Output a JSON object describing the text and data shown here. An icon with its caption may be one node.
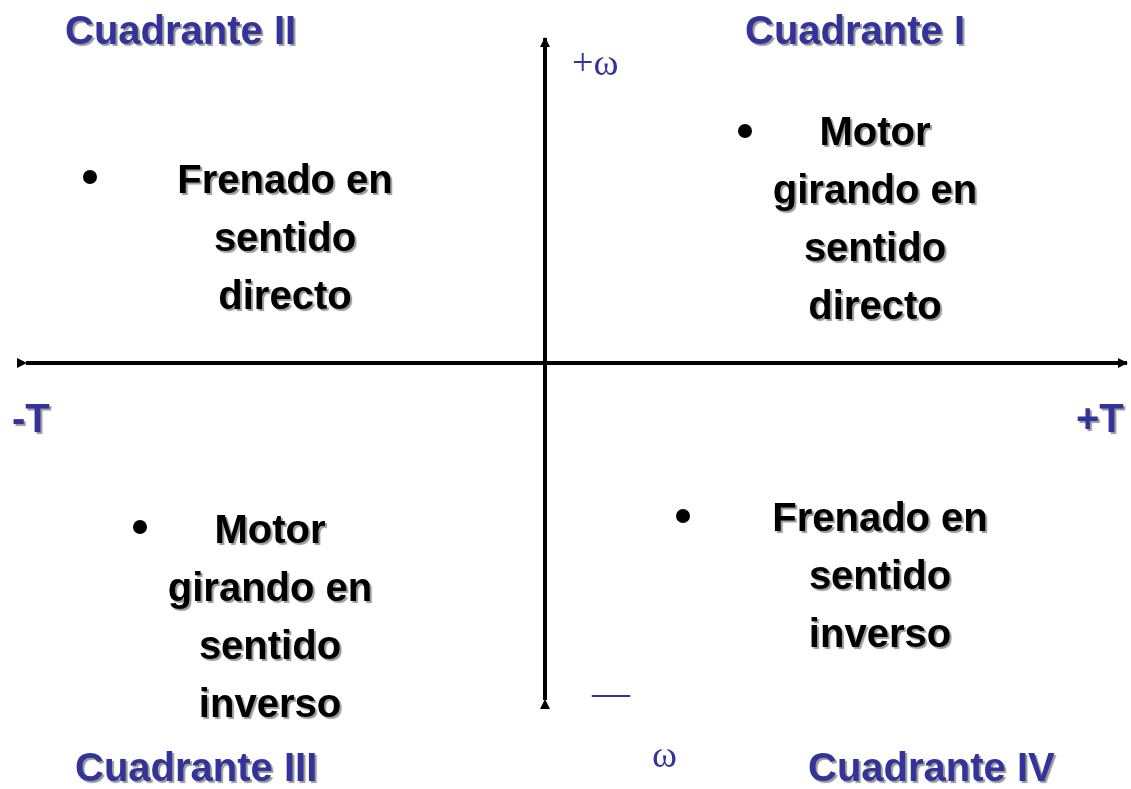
{
  "diagram": {
    "labels": [
      "Cuadrante II",
      "Cuadrante I",
      "+ω",
      "Frenado en sentido directo",
      "Motor girando en sentido directo",
      "-T",
      "+T",
      "Motor girando en sentido inverso",
      "Frenado en sentido inverso",
      "—",
      "Cuadrante III",
      "ω",
      "Cuadrante IV"
    ]
  }
}
